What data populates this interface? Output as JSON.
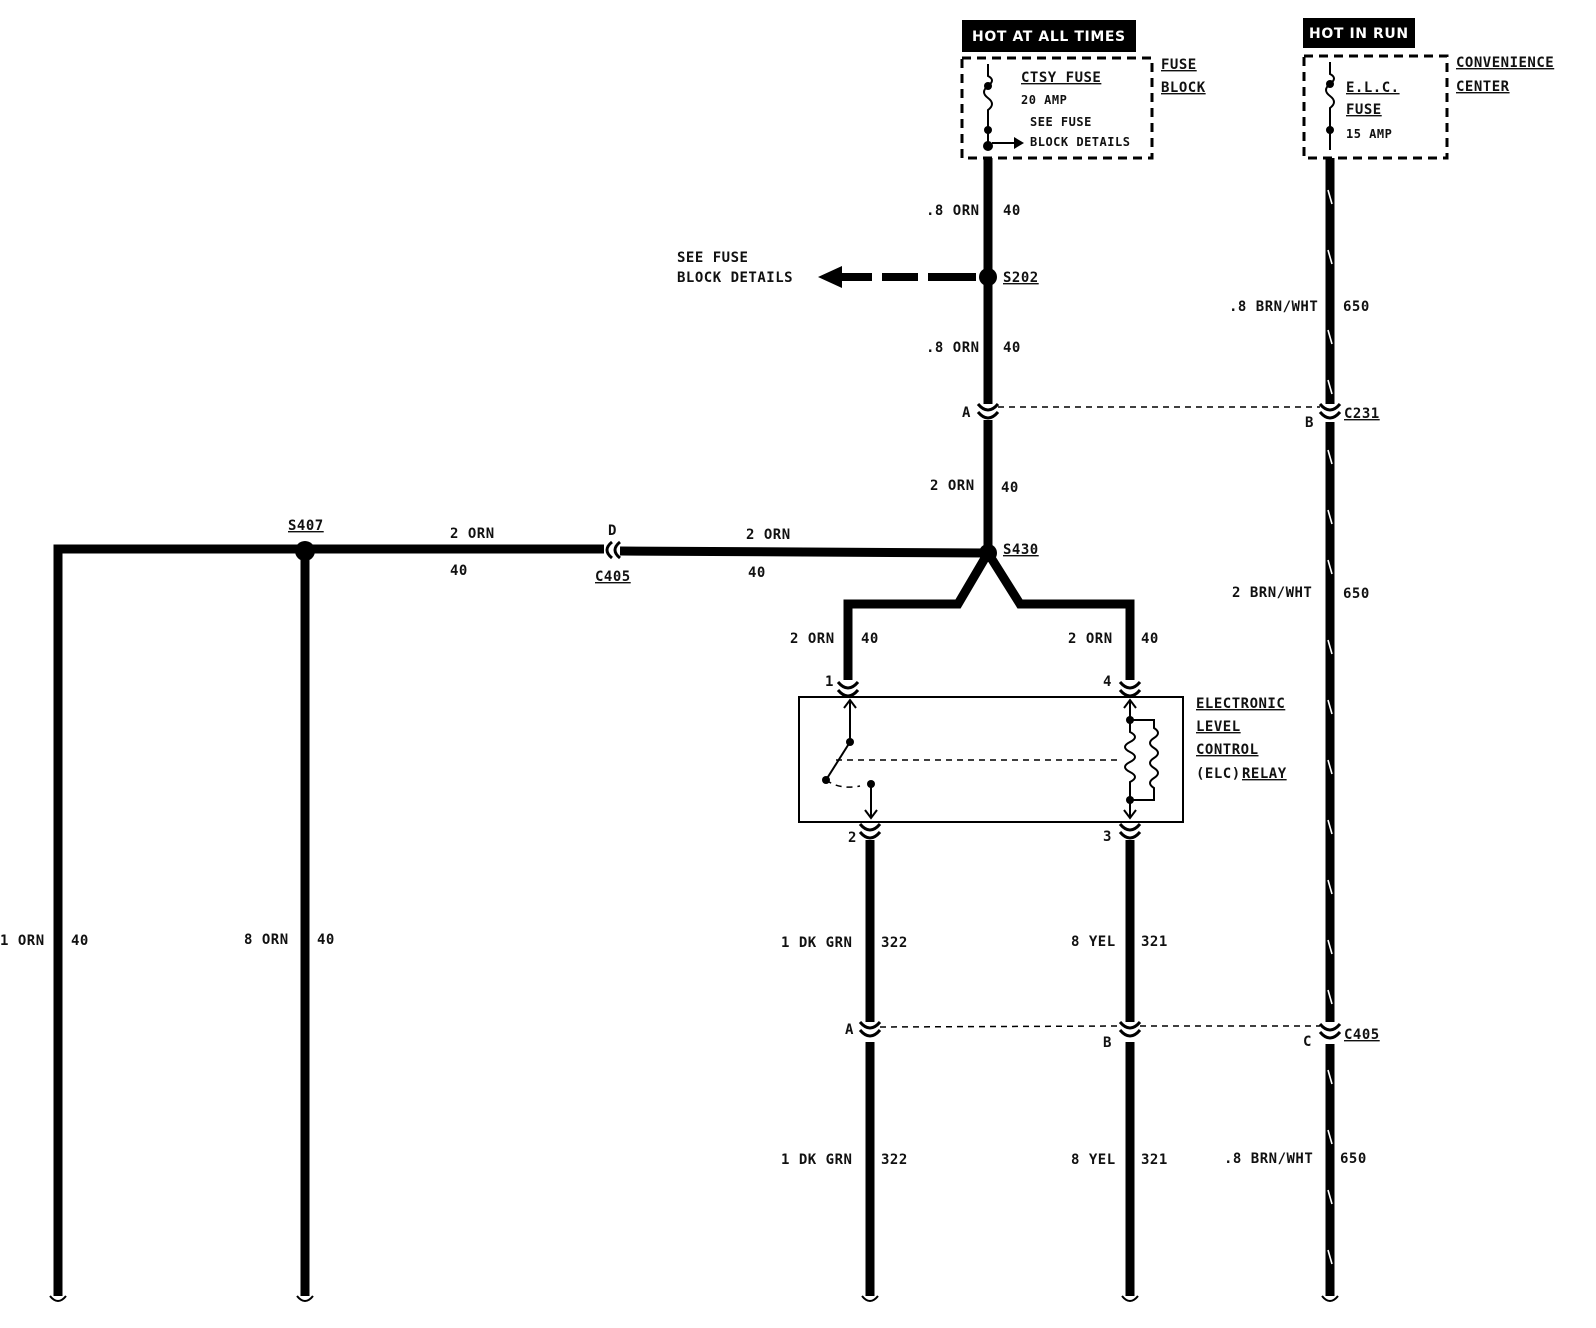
{
  "banners": {
    "hot_at_all_times": "HOT AT ALL TIMES",
    "hot_in_run": "HOT IN RUN"
  },
  "fuse_block": {
    "label_line1": "FUSE",
    "label_line2": "BLOCK",
    "fuse_name": "CTSY FUSE",
    "rating": "20 AMP",
    "see_line1": "SEE FUSE",
    "see_line2": "BLOCK DETAILS"
  },
  "convenience_center": {
    "label_line1": "CONVENIENCE",
    "label_line2": "CENTER",
    "fuse_line1": "E.L.C.",
    "fuse_line2": "FUSE",
    "rating": "15 AMP"
  },
  "splices": {
    "s202": "S202",
    "s407": "S407",
    "s430": "S430",
    "see_fuse_line1": "SEE FUSE",
    "see_fuse_line2": "BLOCK DETAILS"
  },
  "connectors": {
    "c231": "C231",
    "c231_pin_a": "A",
    "c231_pin_b": "B",
    "c405_top_pin": "D",
    "c405_top": "C405",
    "c405_right": "C405",
    "c405_pin_a": "A",
    "c405_pin_b": "B",
    "c405_pin_c": "C"
  },
  "relay": {
    "line1": "ELECTRONIC",
    "line2": "LEVEL",
    "line3": "CONTROL",
    "line4a": "(ELC)",
    "line4b": "RELAY",
    "pin1": "1",
    "pin2": "2",
    "pin3": "3",
    "pin4": "4"
  },
  "wires": {
    "w_8orn_1": ".8 ORN",
    "w_40_1": "40",
    "w_8orn_2": ".8 ORN",
    "w_40_2": "40",
    "w_2orn_3": "2 ORN",
    "w_40_3": "40",
    "w_2orn_left": "2 ORN",
    "w_40_left": "40",
    "w_2orn_mid": "2 ORN",
    "w_40_mid": "40",
    "w_2orn_r1": "2 ORN",
    "w_40_r1": "40",
    "w_2orn_r4": "2 ORN",
    "w_40_r4": "40",
    "w_brnwht_top": ".8 BRN/WHT",
    "w_650_top": "650",
    "w_brnwht_mid": "2 BRN/WHT",
    "w_650_mid": "650",
    "w_brnwht_bot": ".8 BRN/WHT",
    "w_650_bot": "650",
    "w_1orn": "1 ORN",
    "w_40_far": "40",
    "w_8orn_s407": "8 ORN",
    "w_40_s407": "40",
    "w_dkgrn_1": "1 DK GRN",
    "w_322_1": "322",
    "w_yel_1": "8 YEL",
    "w_321_1": "321",
    "w_dkgrn_2": "1 DK GRN",
    "w_322_2": "322",
    "w_yel_2": "8 YEL",
    "w_321_2": "321"
  }
}
